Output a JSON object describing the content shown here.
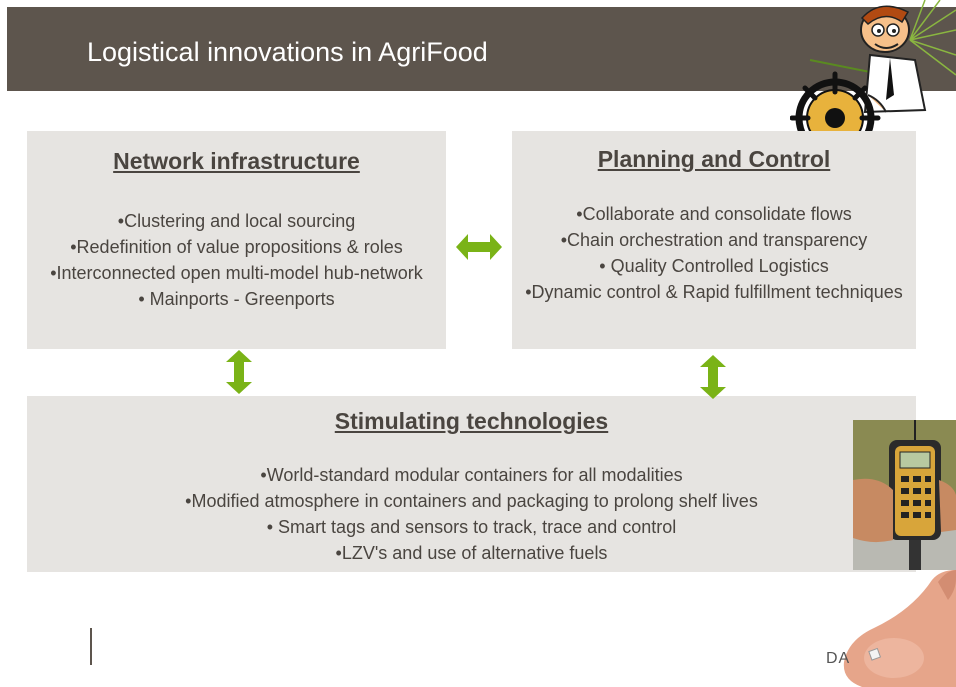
{
  "header": {
    "title": "Logistical innovations in AgriFood"
  },
  "boxes": {
    "network": {
      "heading": "Network infrastructure",
      "items": [
        "•Clustering and local sourcing",
        "•Redefinition of value propositions & roles",
        "•Interconnected open multi-model hub-network",
        "• Mainports - Greenports"
      ]
    },
    "planning": {
      "heading": "Planning and Control",
      "items": [
        "•Collaborate and consolidate flows",
        "•Chain orchestration and transparency",
        "• Quality Controlled Logistics",
        "•Dynamic control  & Rapid fulfillment techniques"
      ]
    },
    "stimulating": {
      "heading": "Stimulating technologies",
      "items": [
        "•World-standard modular containers for all modalities",
        "•Modified atmosphere in containers and packaging to prolong shelf lives",
        "• Smart tags and sensors to track, trace and control",
        "•LZV's and use of alternative fuels"
      ]
    }
  },
  "footer": {
    "logo_partial": "DA"
  },
  "colors": {
    "header_bg": "#5d554d",
    "box_bg": "#e6e4e1",
    "text": "#4a4540",
    "arrow": "#7ab317"
  },
  "icons": {
    "arrow_horizontal": "double-arrow-horizontal-icon",
    "arrow_vertical": "double-arrow-vertical-icon",
    "cartoon": "ship-wheel-cartoon",
    "device": "handheld-sensor-device",
    "finger": "finger-with-chip"
  }
}
